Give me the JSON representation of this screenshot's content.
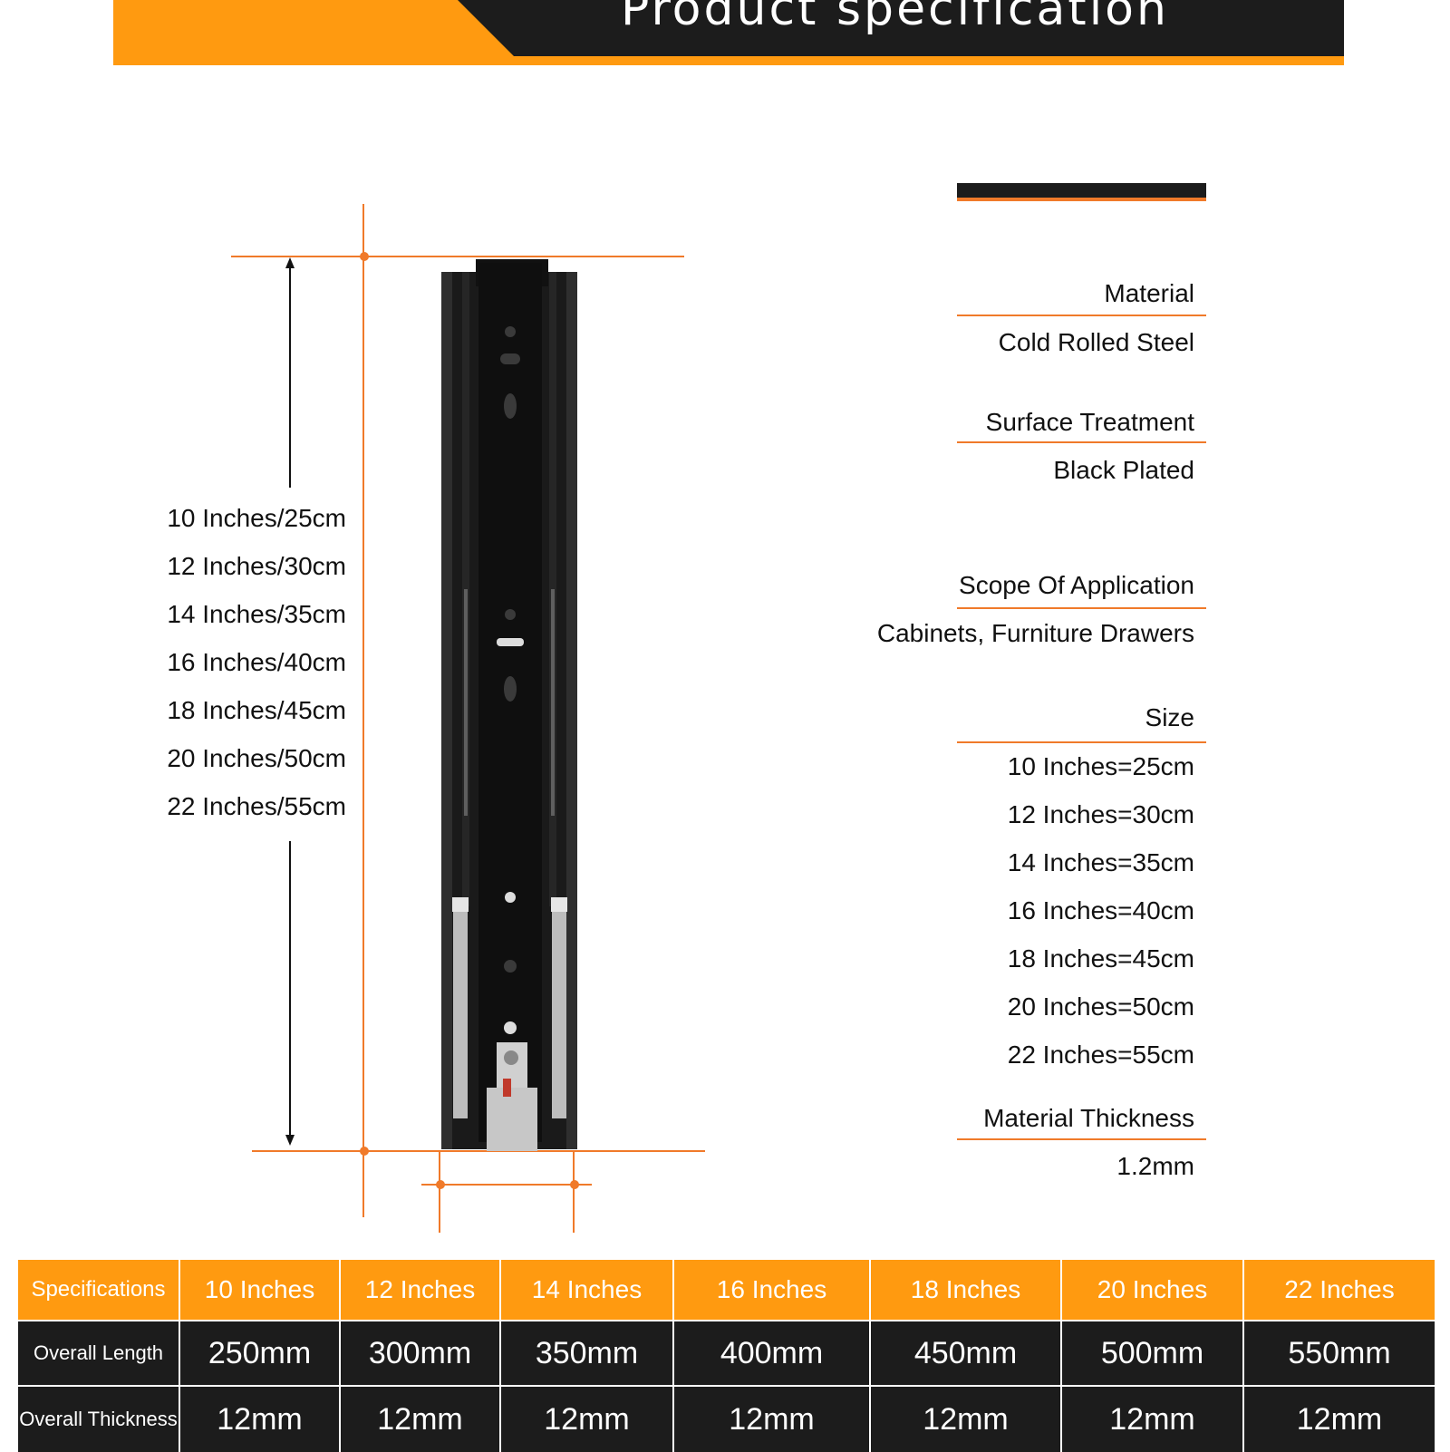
{
  "header": {
    "title": "Product specification"
  },
  "diagram": {
    "length_labels": [
      "10 Inches/25cm",
      "12 Inches/30cm",
      "14 Inches/35cm",
      "16 Inches/40cm",
      "18 Inches/45cm",
      "20 Inches/50cm",
      "22 Inches/55cm"
    ]
  },
  "specs": {
    "material": {
      "label": "Material",
      "value": "Cold Rolled Steel"
    },
    "surface": {
      "label": "Surface Treatment",
      "value": "Black Plated"
    },
    "scope": {
      "label": "Scope Of Application",
      "value": "Cabinets, Furniture Drawers"
    },
    "size": {
      "label": "Size",
      "values": [
        "10 Inches=25cm",
        "12 Inches=30cm",
        "14 Inches=35cm",
        "16 Inches=40cm",
        "18 Inches=45cm",
        "20 Inches=50cm",
        "22 Inches=55cm"
      ]
    },
    "thickness": {
      "label": "Material Thickness",
      "value": "1.2mm"
    }
  },
  "table": {
    "header": [
      "Specifications",
      "10 Inches",
      "12 Inches",
      "14 Inches",
      "16 Inches",
      "18 Inches",
      "20 Inches",
      "22 Inches"
    ],
    "rows": [
      {
        "label": "Overall Length",
        "cells": [
          "250mm",
          "300mm",
          "350mm",
          "400mm",
          "450mm",
          "500mm",
          "550mm"
        ]
      },
      {
        "label": "Overall Thickness",
        "cells": [
          "12mm",
          "12mm",
          "12mm",
          "12mm",
          "12mm",
          "12mm",
          "12mm"
        ]
      }
    ]
  },
  "colors": {
    "accent": "#ff9a10",
    "dark": "#1c1c1c",
    "dimension_line": "#f07a2a"
  }
}
